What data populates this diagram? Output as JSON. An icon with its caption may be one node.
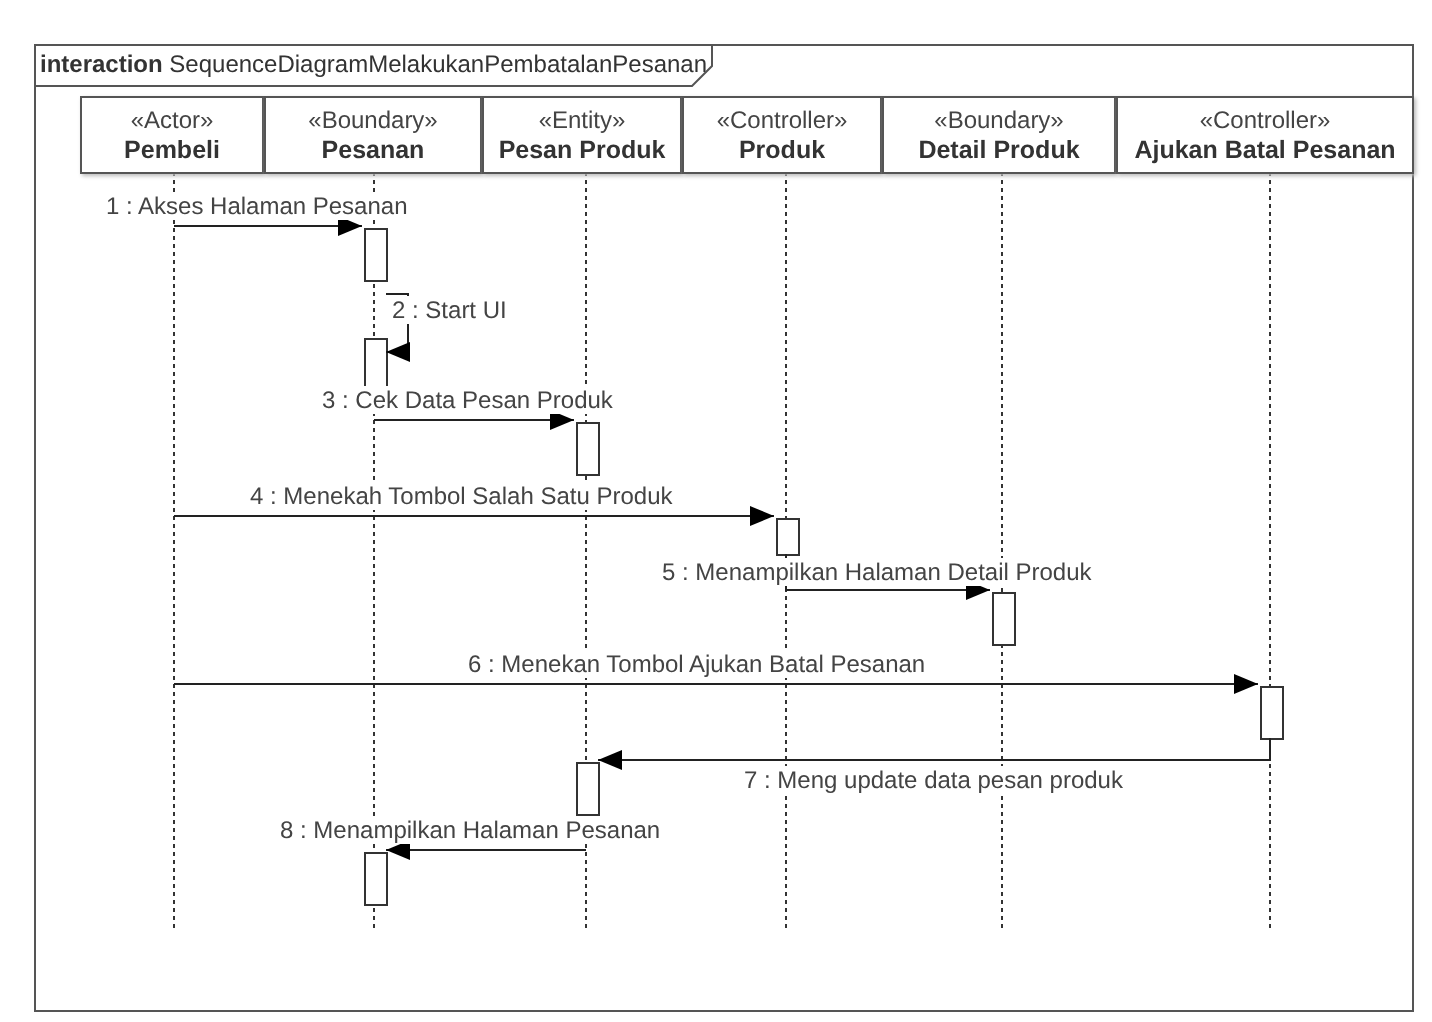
{
  "diagram": {
    "nodes": [
      {
        "text": [
          "**interaction** SequenceDiagramMelakukanPembatalanPesanan"
        ]
      },
      {
        "text": [
          "«Actor»",
          "Pembeli"
        ],
        "in": 0
      },
      {
        "text": [
          "«Boundary»",
          "Pesanan"
        ],
        "in": 0
      },
      {
        "text": [
          "«Entity»",
          "Pesan Produk"
        ],
        "in": 0
      },
      {
        "text": [
          "«Controller»",
          "Produk"
        ],
        "in": 0
      },
      {
        "text": [
          "«Boundary»",
          "Detail Produk"
        ],
        "in": 0
      },
      {
        "text": [
          "«Controller»",
          "Ajukan Batal Pesanan"
        ],
        "in": 0
      },
      {
        "text": [],
        "shape": "bar",
        "in": 0
      },
      {
        "text": [],
        "shape": "bar",
        "in": 0
      },
      {
        "text": [],
        "shape": "bar",
        "in": 0
      },
      {
        "text": [],
        "shape": "bar",
        "in": 0
      },
      {
        "text": [],
        "shape": "bar",
        "in": 0
      },
      {
        "text": [],
        "shape": "bar",
        "in": 0
      },
      {
        "text": [],
        "shape": "bar",
        "in": 0
      },
      {
        "text": [],
        "shape": "bar",
        "in": 0
      }
    ],
    "edges": [
      {
        "from": null,
        "to": 7,
        "arrow": "to",
        "label": "1 : Akses Halaman Pesanan"
      },
      {
        "from": 7,
        "to": 8,
        "arrow": "to",
        "label": "2 : Start UI"
      },
      {
        "from": null,
        "to": 9,
        "arrow": "to",
        "label": "3 : Cek Data Pesan Produk"
      },
      {
        "from": null,
        "to": 10,
        "arrow": "to",
        "label": "4 : Menekah Tombol Salah Satu Produk"
      },
      {
        "from": 10,
        "to": 11,
        "arrow": "to",
        "label": "5 : Menampilkan Halaman Detail Produk"
      },
      {
        "from": null,
        "to": 12,
        "arrow": "to",
        "label": "6 : Menekan Tombol Ajukan Batal Pesanan"
      },
      {
        "from": 12,
        "to": 13,
        "arrow": "to",
        "label": "7 : Meng update data pesan produk"
      },
      {
        "from": null,
        "to": 14,
        "arrow": "to",
        "label": "8 : Menampilkan Halaman Pesanan"
      }
    ]
  }
}
